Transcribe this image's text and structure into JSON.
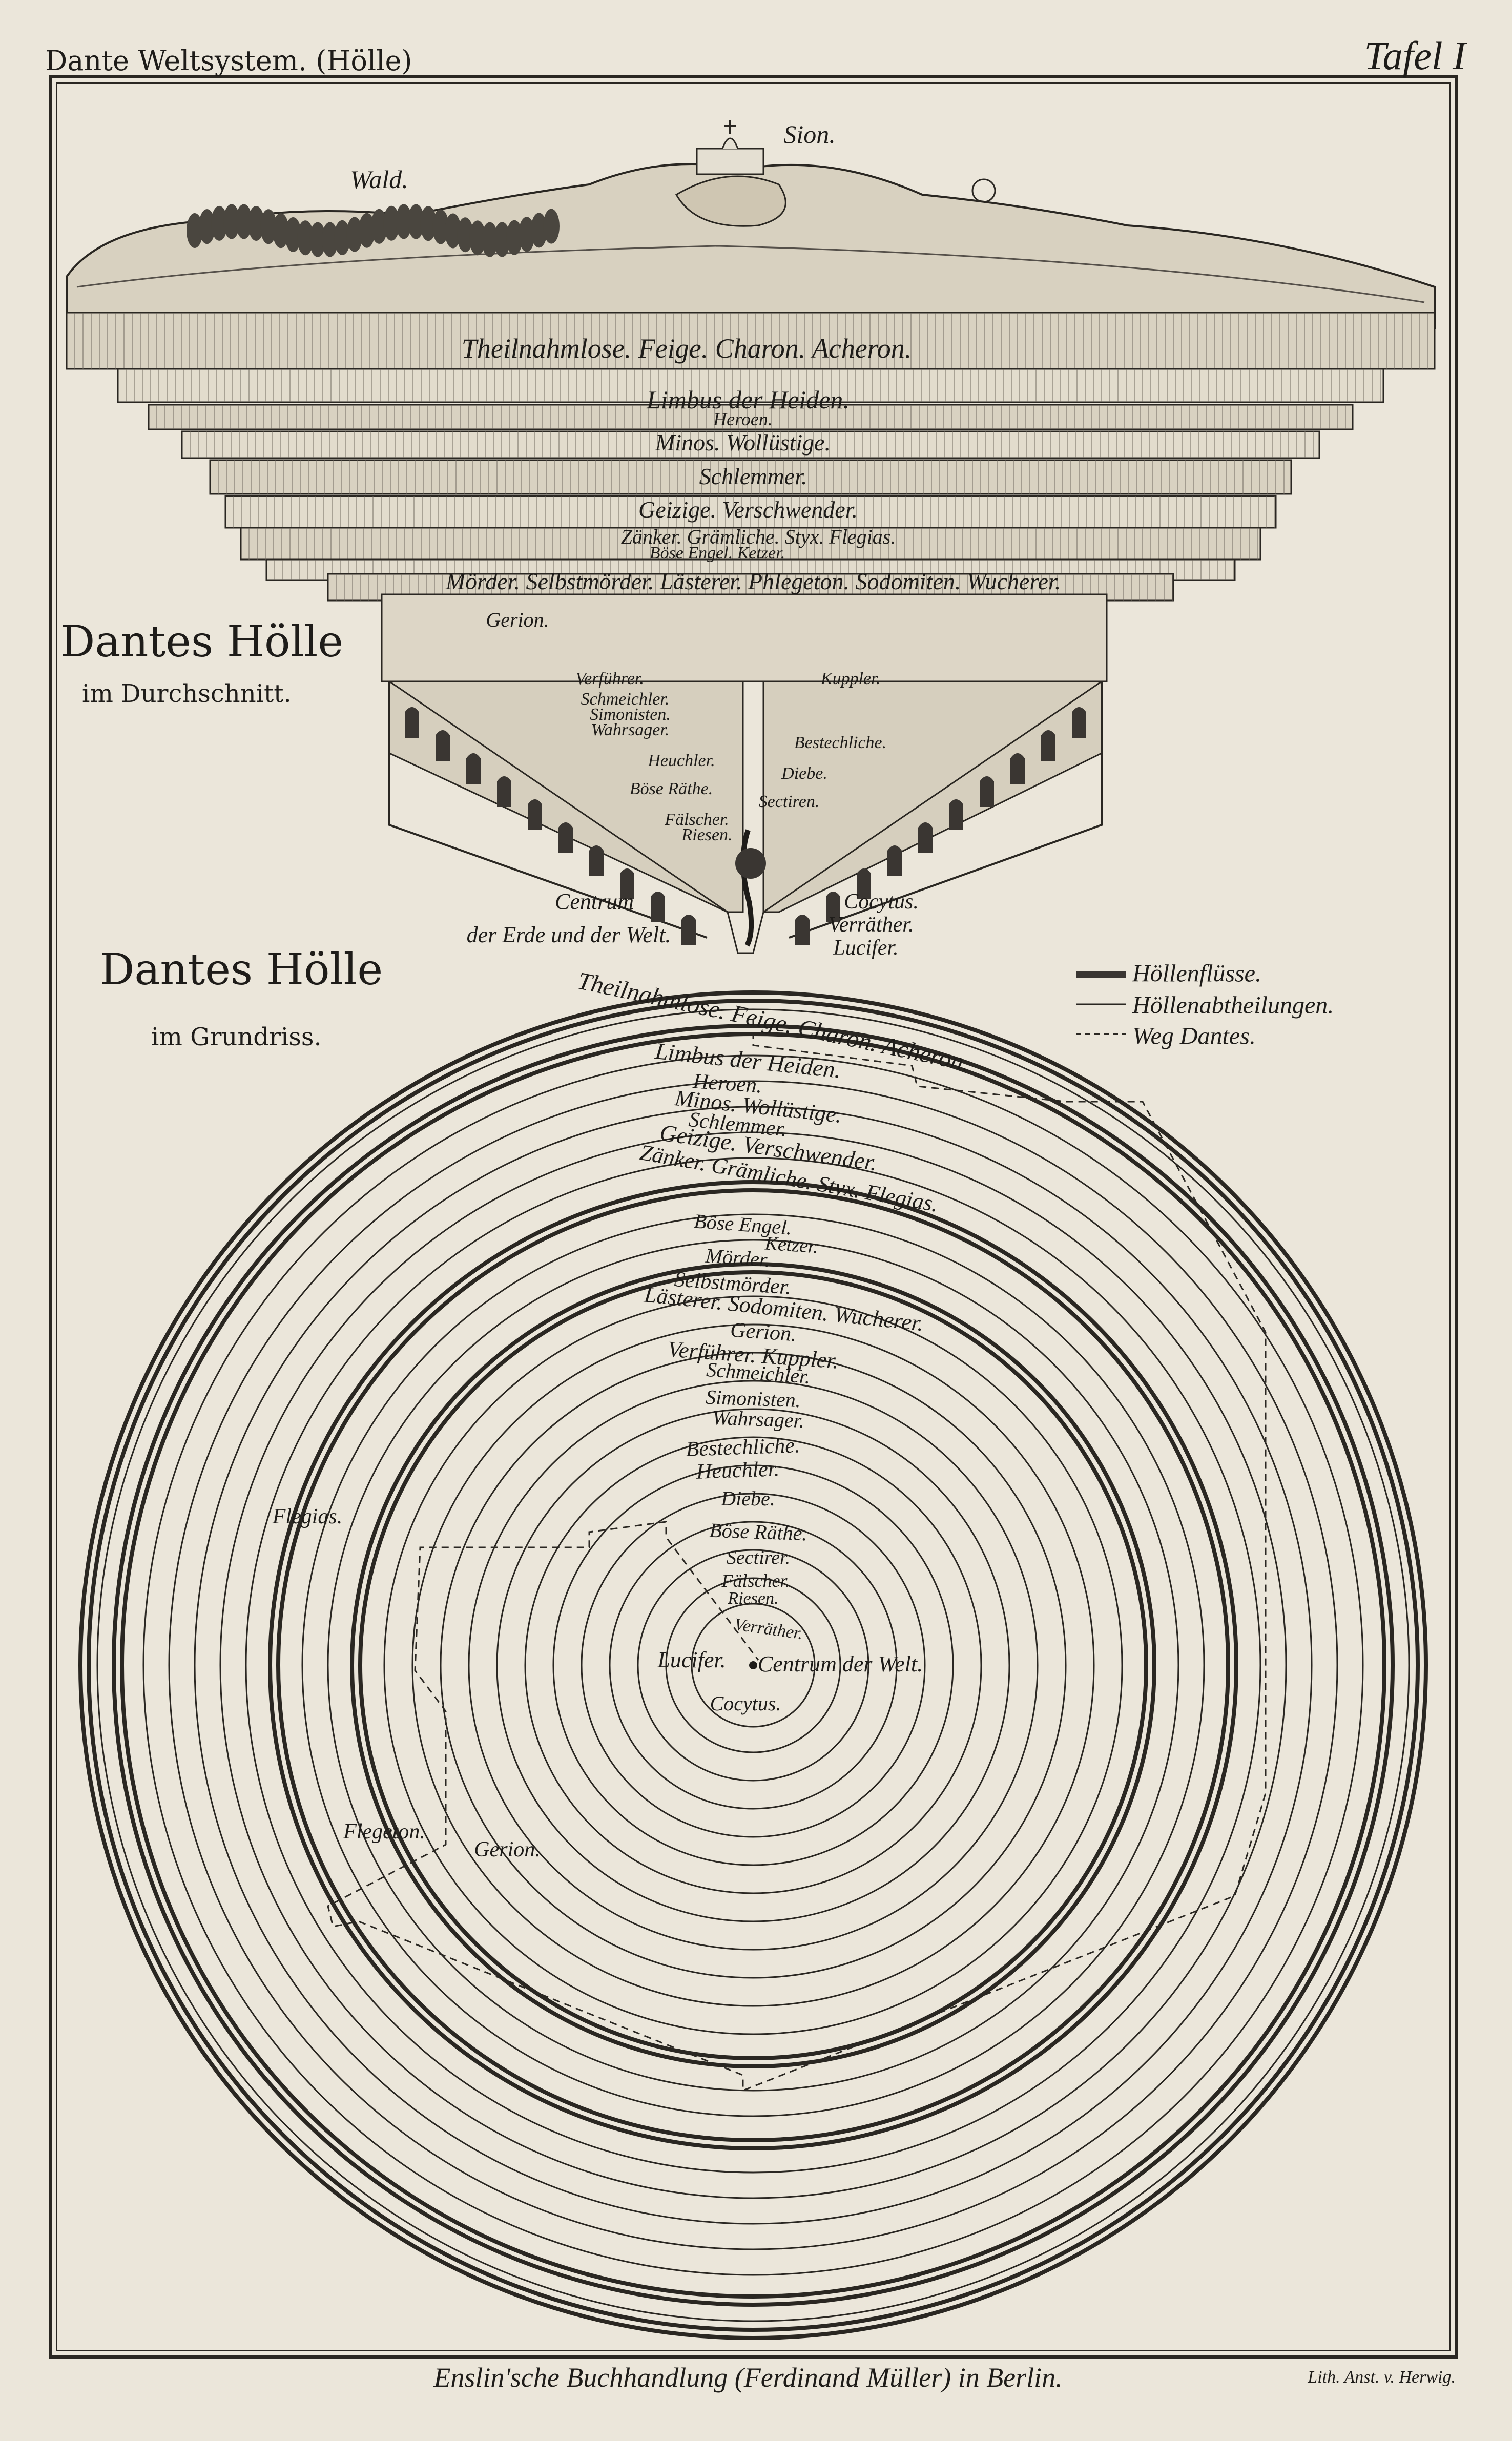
{
  "header": {
    "left_title": "Dante Weltsystem. (Hölle)",
    "plate_number": "Tafel I"
  },
  "section_view": {
    "title": "Dantes Hölle",
    "subtitle": "im Durchschnitt.",
    "top_labels": {
      "sion": "Sion.",
      "wald": "Wald."
    },
    "rows": [
      "Theilnahmlose. Feige. Charon. Acheron.",
      "Limbus der Heiden.",
      "Heroen.",
      "Minos. Wollüstige.",
      "Schlemmer.",
      "Geizige. Verschwender.",
      "Zänker. Grämliche. Styx. Flegias.",
      "Böse Engel. Ketzer.",
      "Mörder. Selbstmörder. Lästerer. Phlegeton. Sodomiten. Wucherer."
    ],
    "gerion": "Gerion.",
    "funnel_left": [
      "Verführer.",
      "Schmeichler.",
      "Simonisten.",
      "Wahrsager.",
      "Heuchler.",
      "Böse Räthe.",
      "Fälscher.",
      "Riesen."
    ],
    "funnel_right": [
      "Kuppler.",
      "Bestechliche.",
      "Diebe.",
      "Sectiren."
    ],
    "centre_left": [
      "Centrum",
      "der Erde und der Welt."
    ],
    "centre_right": [
      "Cocytus.",
      "Verräther.",
      "Lucifer."
    ]
  },
  "plan_view": {
    "title": "Dantes Hölle",
    "subtitle": "im Grundriss.",
    "legend": [
      "Höllenflüsse.",
      "Höllenabtheilungen.",
      "Weg Dantes."
    ],
    "ring_labels": [
      "Theilnahmlose. Feige. Charon. Acheron.",
      "Limbus der Heiden.",
      "Heroen.",
      "Minos. Wollüstige.",
      "Schlemmer.",
      "Geizige. Verschwender.",
      "Zänker. Grämliche. Styx. Flegias.",
      "Böse Engel.",
      "Ketzer.",
      "Mörder.",
      "Selbstmörder.",
      "Lästerer. Sodomiten. Wucherer.",
      "Gerion.",
      "Verführer. Kuppler.",
      "Schmeichler.",
      "Simonisten.",
      "Wahrsager.",
      "Bestechliche.",
      "Heuchler.",
      "Diebe.",
      "Böse Räthe.",
      "Sectirer.",
      "Fälscher.",
      "Riesen.",
      "Verräther."
    ],
    "centre": {
      "lucifer": "Lucifer.",
      "centrum": "Centrum der Welt.",
      "cocytus": "Cocytus."
    },
    "side_labels": {
      "flegias": "Flegias.",
      "flegeton": "Flegeton.",
      "gerion": "Gerion."
    }
  },
  "footer": {
    "publisher": "Enslin'sche Buchhandlung (Ferdinand Müller) in Berlin.",
    "lith": "Lith. Anst. v. Herwig."
  }
}
